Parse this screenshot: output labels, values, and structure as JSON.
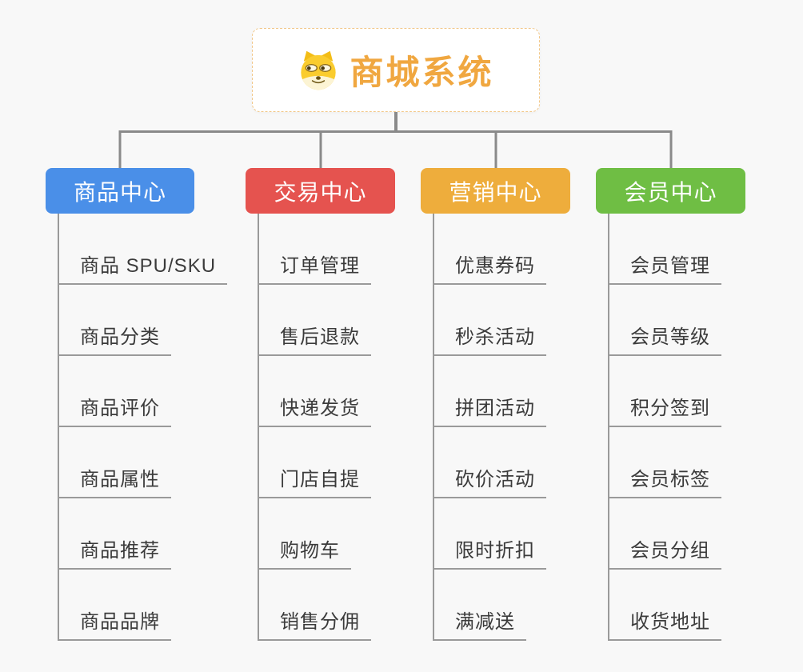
{
  "root": {
    "title": "商城系统",
    "icon": "doge-icon"
  },
  "branches": [
    {
      "label": "商品中心",
      "color": "#4A8FE8",
      "items": [
        "商品 SPU/SKU",
        "商品分类",
        "商品评价",
        "商品属性",
        "商品推荐",
        "商品品牌"
      ]
    },
    {
      "label": "交易中心",
      "color": "#E5534F",
      "items": [
        "订单管理",
        "售后退款",
        "快递发货",
        "门店自提",
        "购物车",
        "销售分佣"
      ]
    },
    {
      "label": "营销中心",
      "color": "#EEAD3C",
      "items": [
        "优惠券码",
        "秒杀活动",
        "拼团活动",
        "砍价活动",
        "限时折扣",
        "满减送"
      ]
    },
    {
      "label": "会员中心",
      "color": "#6FBE44",
      "items": [
        "会员管理",
        "会员等级",
        "积分签到",
        "会员标签",
        "会员分组",
        "收货地址"
      ]
    }
  ],
  "colors": {
    "background": "#F8F8F8",
    "connector": "#8A8A8A",
    "item_underline": "#9A9A9A",
    "item_text": "#3B3B3B",
    "root_border": "#F2C88A",
    "root_title": "#F0A740"
  }
}
